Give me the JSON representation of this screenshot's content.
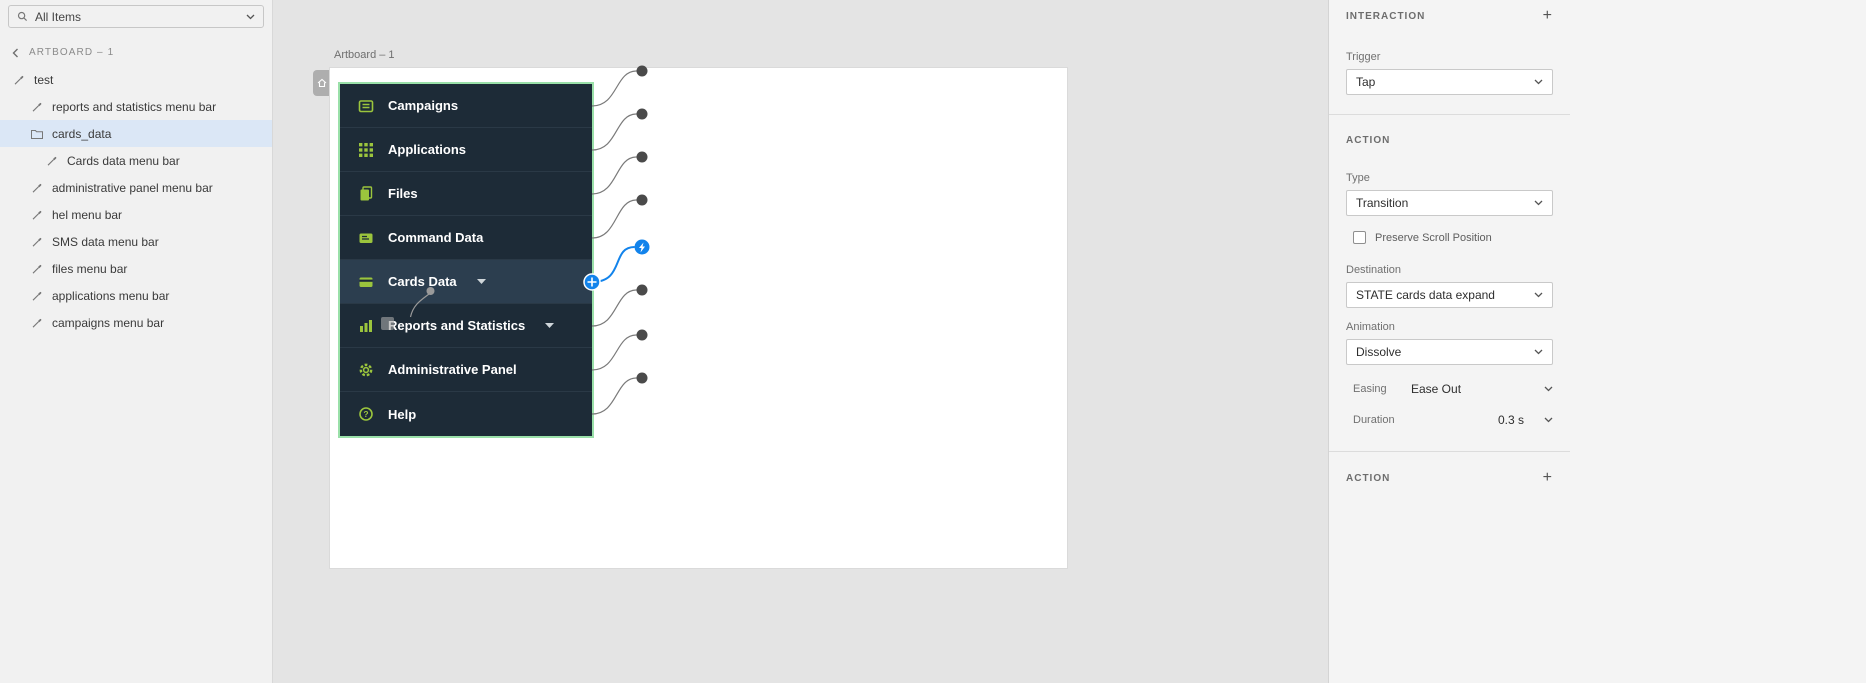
{
  "sidebar": {
    "filter": {
      "value": "All Items"
    },
    "breadcrumb": "ARTBOARD – 1",
    "layers": [
      {
        "label": "test",
        "icon": "pen-icon"
      },
      {
        "label": "reports and statistics menu bar",
        "icon": "pen-icon"
      },
      {
        "label": "cards_data",
        "icon": "folder-icon"
      },
      {
        "label": "Cards data menu bar",
        "icon": "pen-icon"
      },
      {
        "label": "administrative panel menu bar",
        "icon": "pen-icon"
      },
      {
        "label": "hel menu bar",
        "icon": "pen-icon"
      },
      {
        "label": "SMS data menu bar",
        "icon": "pen-icon"
      },
      {
        "label": "files menu bar",
        "icon": "pen-icon"
      },
      {
        "label": "applications menu bar",
        "icon": "pen-icon"
      },
      {
        "label": "campaigns menu bar",
        "icon": "pen-icon"
      }
    ]
  },
  "canvas": {
    "artboard_label": "Artboard – 1",
    "menu_items": [
      {
        "label": "Campaigns",
        "icon": "campaigns-icon"
      },
      {
        "label": "Applications",
        "icon": "applications-grid-icon"
      },
      {
        "label": "Files",
        "icon": "files-icon"
      },
      {
        "label": "Command Data",
        "icon": "command-data-icon"
      },
      {
        "label": "Cards Data",
        "icon": "cards-data-icon",
        "selected": true
      },
      {
        "label": "Reports and Statistics",
        "icon": "reports-chart-icon"
      },
      {
        "label": "Administrative Panel",
        "icon": "gear-icon"
      },
      {
        "label": "Help",
        "icon": "help-icon"
      }
    ]
  },
  "inspector": {
    "interaction_title": "INTERACTION",
    "trigger_label": "Trigger",
    "trigger_value": "Tap",
    "action_title": "ACTION",
    "type_label": "Type",
    "type_value": "Transition",
    "preserve_scroll_label": "Preserve Scroll Position",
    "preserve_scroll_checked": false,
    "destination_label": "Destination",
    "destination_value": "STATE cards data expand",
    "animation_label": "Animation",
    "animation_value": "Dissolve",
    "easing_label": "Easing",
    "easing_value": "Ease Out",
    "duration_label": "Duration",
    "duration_value": "0.3 s",
    "action2_title": "ACTION"
  },
  "colors": {
    "accent_blue": "#1283eb",
    "menu_green": "#9bc53d",
    "menu_bg": "#1d2b37",
    "selection_green": "#9ae0a9",
    "selected_layer_bg": "#dbe7f6"
  }
}
